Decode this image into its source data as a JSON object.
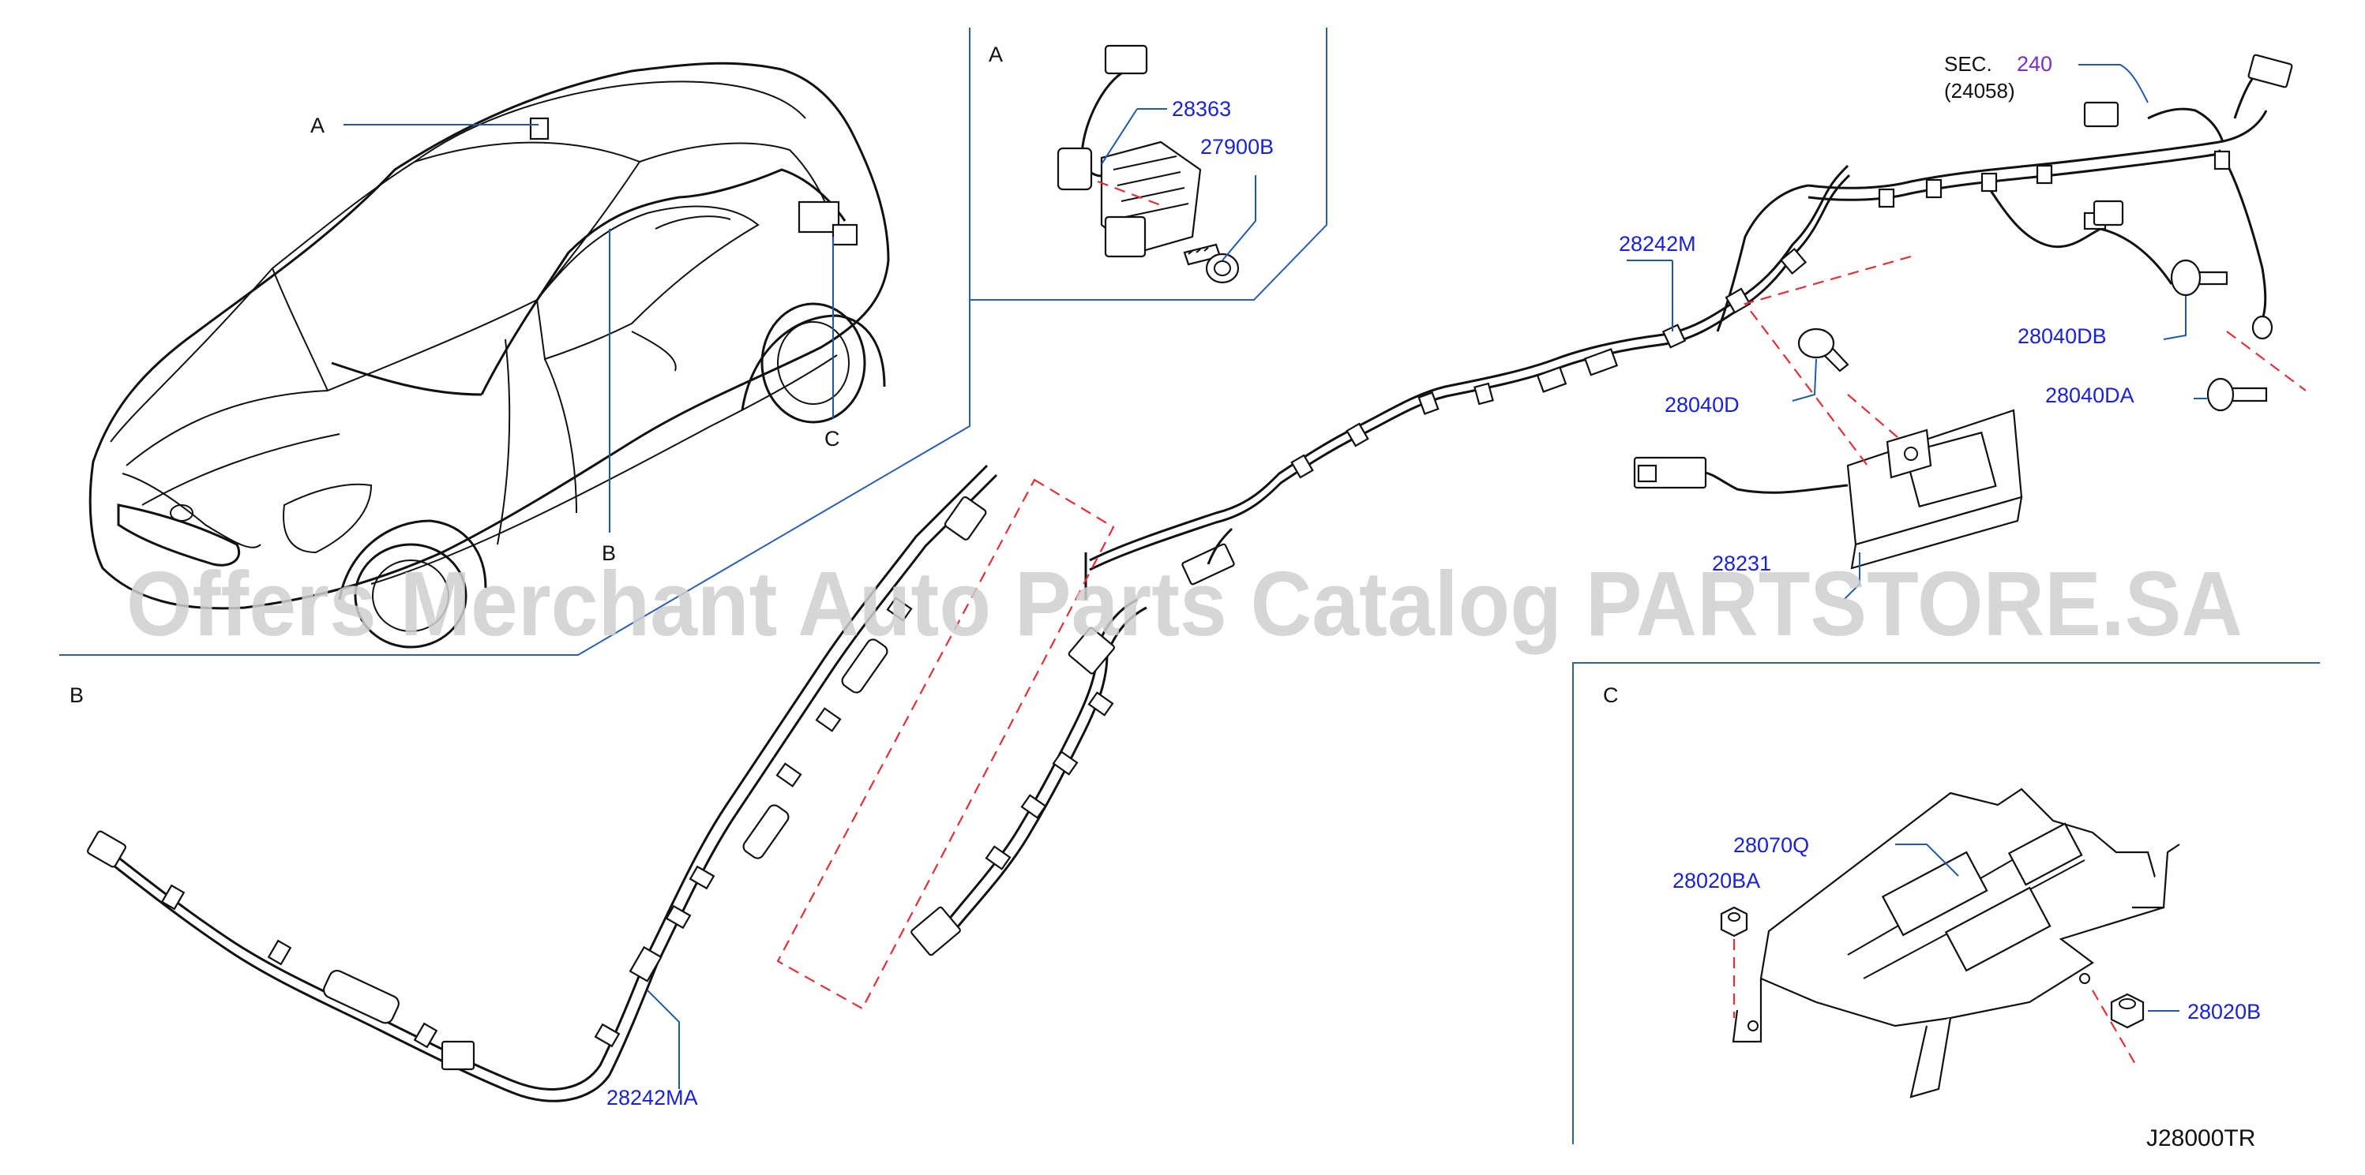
{
  "diagram": {
    "views": {
      "A": "A",
      "B": "B",
      "C": "C"
    },
    "car_callouts": {
      "A": "A",
      "B": "B",
      "C": "C"
    },
    "parts": {
      "p28363": "28363",
      "p27900B": "27900B",
      "p28242M": "28242M",
      "p28040DB": "28040DB",
      "p28040D": "28040D",
      "p28040DA": "28040DA",
      "p28231": "28231",
      "p28242MA": "28242MA",
      "p28070Q": "28070Q",
      "p28020BA": "28020BA",
      "p28020B": "28020B"
    },
    "sec_ref": {
      "prefix": "SEC.",
      "number": "240",
      "sub": "(24058)"
    },
    "diagram_id": "J28000TR",
    "watermark": "Offers Merchant Auto Parts Catalog PARTSTORE.SA",
    "colors": {
      "part_label": "#1a22d8",
      "section_link": "#7a2fc9",
      "frame": "#2a5fb0",
      "dashed_guides": "#e0303a"
    }
  }
}
